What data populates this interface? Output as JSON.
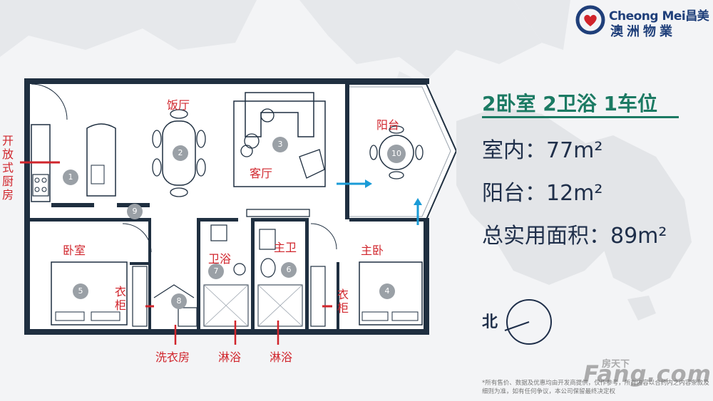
{
  "brand": {
    "name_en": "Cheong Mei",
    "name_cn_top": "昌美",
    "name_cn_bottom": "澳洲物業",
    "logo_icon": "heart-ring-logo-icon",
    "colors": {
      "brand_blue": "#1f3f7a",
      "brand_red": "#d0242b"
    }
  },
  "floorplan": {
    "rooms": {
      "dining": "饭厅",
      "living": "客厅",
      "balcony": "阳台",
      "bedroom": "卧室",
      "bath": "卫浴",
      "ensuite": "主卫",
      "master": "主卧"
    },
    "wardrobe_left": "衣柜",
    "wardrobe_right": "衣柜",
    "open_kitchen": "开放式厨房",
    "callouts": {
      "laundry": "洗衣房",
      "shower_1": "淋浴",
      "shower_2": "淋浴"
    },
    "numbers": [
      "1",
      "2",
      "3",
      "4",
      "5",
      "6",
      "7",
      "8",
      "9",
      "10"
    ],
    "colors": {
      "wall": "#1f2f40",
      "label_red": "#d0242b",
      "arrow_blue": "#1a9bd7",
      "badge": "#9aa0a6"
    }
  },
  "summary": {
    "title": "2卧室 2卫浴 1车位",
    "indoor": "室内：77m²",
    "balcony": "阳台：12m²",
    "total": "总实用面积：89m²",
    "title_color": "#1b7a63"
  },
  "compass": {
    "label": "北"
  },
  "disclaimer": "*所有售价、数据及优惠均由开发商提供，仅作参考，所有内容以合约内之内容条款及细则为准，如有任何争议，本公司保留最终决定权",
  "watermark": {
    "cn": "房天下",
    "en": "Fang.com"
  }
}
